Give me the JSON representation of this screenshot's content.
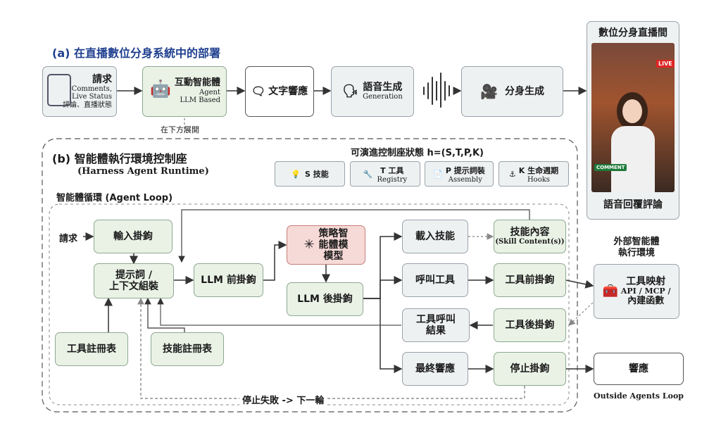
{
  "section_a": {
    "title": "(a) 在直播數位分身系統中的部署",
    "request": {
      "label": "請求",
      "sub1": "Comments,",
      "sub2": "Live Status",
      "sub3": "評論、直播狀態"
    },
    "agent": {
      "label": "互動智能體",
      "sub1": "Agent",
      "sub2": "LLM Based"
    },
    "text_response": "文字響應",
    "voice": {
      "label": "語音生成",
      "sub": "Generation"
    },
    "avatar_gen": "分身生成",
    "expand_note": "在下方展開"
  },
  "live_panel": {
    "title": "數位分身直播間",
    "live_badge": "LIVE",
    "comment_badge": "COMMENT",
    "caption": "語音回覆評論"
  },
  "section_b": {
    "title": "(b) 智能體執行環境控制座",
    "subtitle": "(Harness Agent Runtime)",
    "state_title": "可演進控制座狀態 h=(S,T,P,K)",
    "legend": [
      {
        "label": "S 技能",
        "sub": ""
      },
      {
        "label": "T 工具",
        "sub": "Registry"
      },
      {
        "label": "P 提示詞裝",
        "sub": "Assembly"
      },
      {
        "label": "K 生命週期",
        "sub": "Hooks"
      }
    ],
    "loop_title": "智能體循環 (Agent Loop)",
    "request_label": "請求",
    "input_hook": "輸入掛鉤",
    "prompt_assembly": {
      "line1": "提示詞 /",
      "line2": "上下文組裝"
    },
    "llm_pre_hook": "LLM 前掛鉤",
    "policy_model": {
      "line1": "策略智",
      "line2": "能體模",
      "line3": "模型"
    },
    "llm_post_hook": "LLM 後掛鉤",
    "tool_registry": "工具註冊表",
    "skill_registry": "技能註冊表",
    "load_skill": "載入技能",
    "skill_content": {
      "label": "技能內容",
      "sub": "(Skill Content(s))"
    },
    "call_tool": "呼叫工具",
    "tool_pre_hook": "工具前掛鉤",
    "tool_result": {
      "line1": "工具呼叫",
      "line2": "結果"
    },
    "tool_post_hook": "工具後掛鉤",
    "final_response": "最終響應",
    "stop_hook": "停止掛鉤",
    "stop_fail": "停止失敗 -> 下一輪",
    "external": {
      "title1": "外部智能體",
      "title2": "執行環境",
      "label": "工具映射",
      "sub": "API / MCP /",
      "sub2": "內建函數"
    },
    "response": "響應",
    "outside_loop": "Outside Agents Loop"
  }
}
